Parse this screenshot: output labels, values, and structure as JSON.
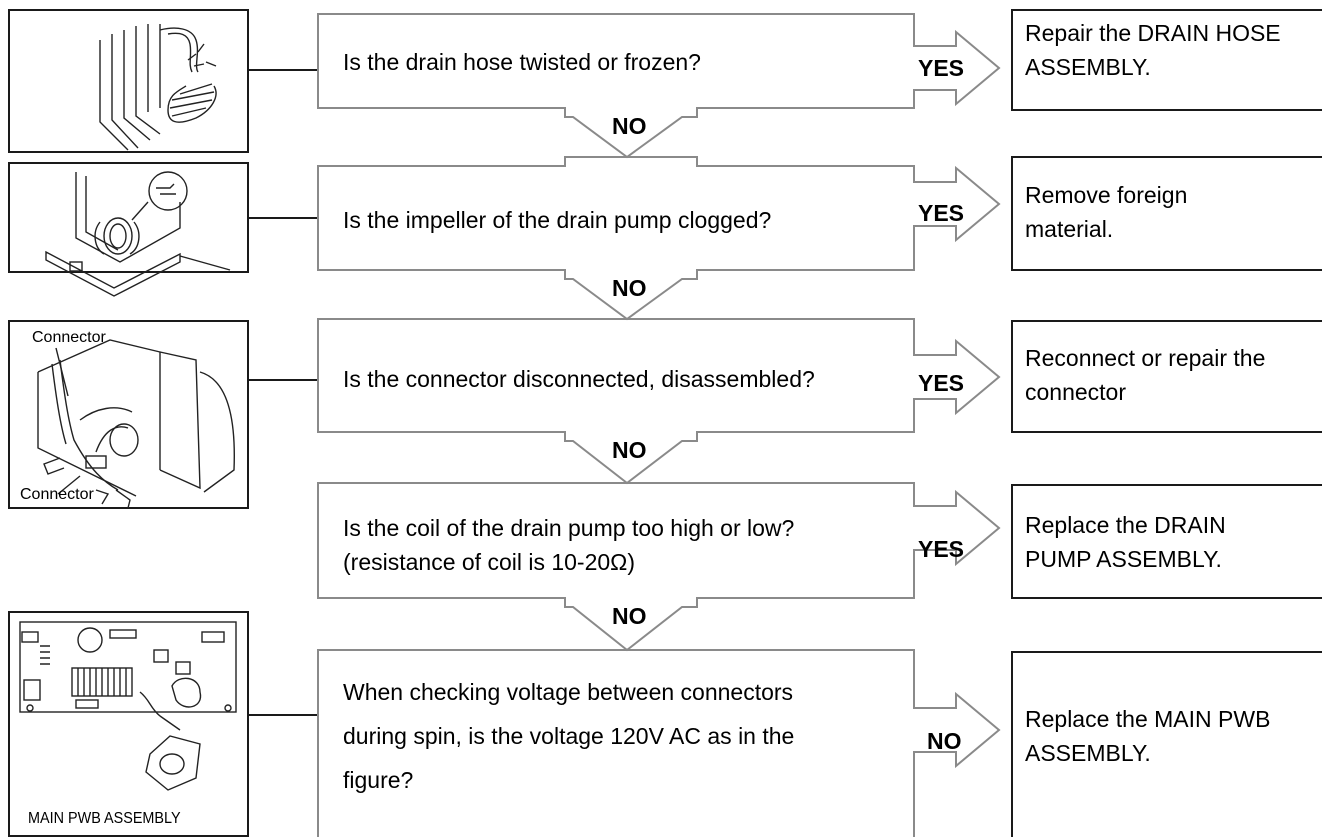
{
  "images": {
    "connector_top": "Connector",
    "connector_bottom": "Connector",
    "main_pwb": "MAIN  PWB ASSEMBLY"
  },
  "steps": [
    {
      "question": "Is the drain hose twisted or frozen?",
      "branch_label": "YES",
      "down_label": "NO",
      "action_line1": "Repair the DRAIN HOSE",
      "action_line2": "ASSEMBLY."
    },
    {
      "question": "Is the impeller of the drain pump clogged?",
      "branch_label": "YES",
      "down_label": "NO",
      "action_line1": "Remove foreign",
      "action_line2": "material."
    },
    {
      "question": "Is the connector disconnected, disassembled?",
      "branch_label": "YES",
      "down_label": "NO",
      "action_line1": "Reconnect or repair the",
      "action_line2": "connector"
    },
    {
      "question_line1": "Is the coil of the drain pump too high or low?",
      "question_line2": "(resistance of coil is 10-20Ω)",
      "branch_label": "YES",
      "down_label": "NO",
      "action_line1": "Replace the DRAIN",
      "action_line2": "PUMP ASSEMBLY."
    },
    {
      "question_line1": "When checking voltage between connectors",
      "question_line2": "during spin, is the voltage 120V AC as in the",
      "question_line3": "figure?",
      "branch_label": "NO",
      "action_line1": "Replace the MAIN PWB",
      "action_line2": "ASSEMBLY."
    }
  ]
}
